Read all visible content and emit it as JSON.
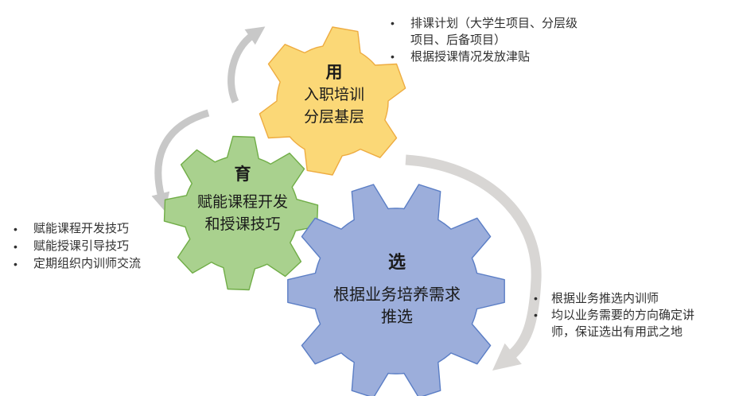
{
  "diagram_title": "",
  "gears": [
    {
      "id": "use",
      "keyword": "用",
      "lines": [
        "入职培训",
        "分层基层"
      ],
      "fill": "#FBD877",
      "stroke": "#EEAC41"
    },
    {
      "id": "cultivate",
      "keyword": "育",
      "lines": [
        "赋能课程开发",
        "和授课技巧"
      ],
      "fill": "#A9D18E",
      "stroke": "#70AD47"
    },
    {
      "id": "select",
      "keyword": "选",
      "lines": [
        "根据业务培养需求",
        "推选"
      ],
      "fill": "#9CAEDB",
      "stroke": "#5B7EC5"
    }
  ],
  "bullet_groups": [
    {
      "id": "top-right",
      "items": [
        "排课计划（大学生项目、分层级项目、后备项目）",
        "根据授课情况发放津贴"
      ]
    },
    {
      "id": "left",
      "items": [
        "赋能课程开发技巧",
        "赋能授课引导技巧",
        "定期组织内训师交流"
      ]
    },
    {
      "id": "bottom-right",
      "items": [
        "根据业务推选内训师",
        "均以业务需要的方向确定讲师，保证选出有用武之地"
      ]
    }
  ],
  "colors": {
    "arrow_small": "#C8C8C8",
    "arrow_large": "#D8D6D4",
    "text": "#1A1A1A",
    "background": "#FFFFFF"
  }
}
